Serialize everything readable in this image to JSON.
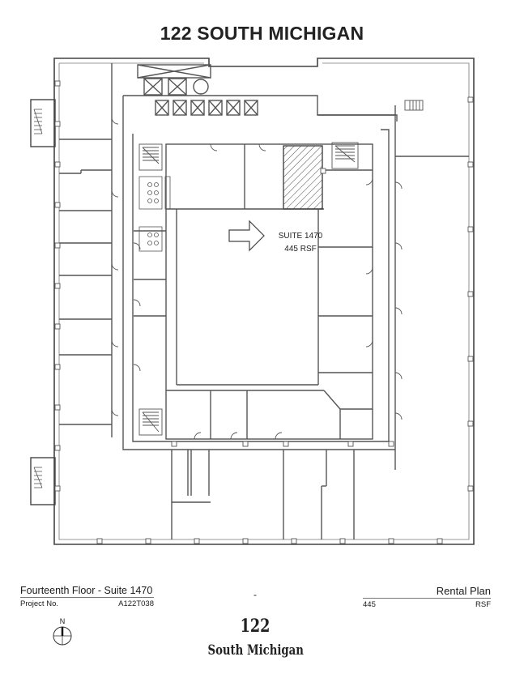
{
  "header": {
    "title": "122 SOUTH MICHIGAN"
  },
  "plan": {
    "suite_name": "SUITE 1470",
    "suite_area": "445 RSF",
    "highlight_color": "#555555",
    "icons": [
      "elevator-icon",
      "stair-icon",
      "arrow-right-icon",
      "restroom-fixture-icon"
    ]
  },
  "footer": {
    "floor_suite": "Fourteenth Floor - Suite 1470",
    "project_label": "Project No.",
    "project_number": "A122T038",
    "separator": "-",
    "plan_type": "Rental Plan",
    "area_value": "445",
    "area_unit": "RSF"
  },
  "compass": {
    "label": "N"
  },
  "brand": {
    "number": "122",
    "name": "South Michigan"
  }
}
